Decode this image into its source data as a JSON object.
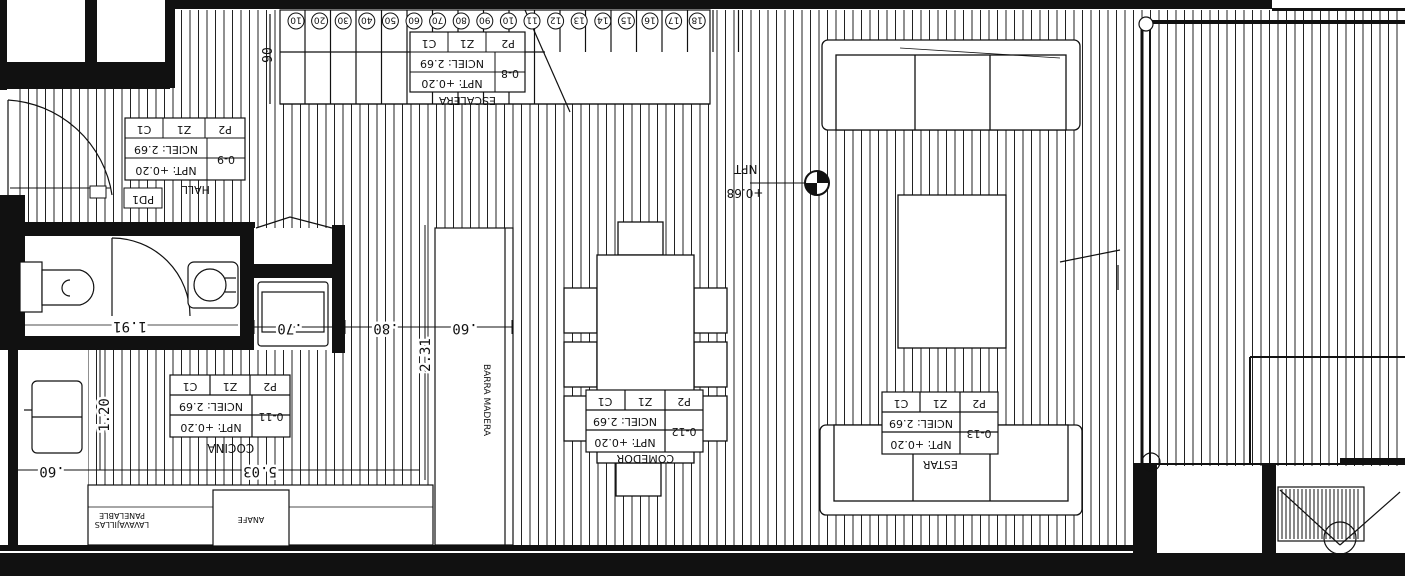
{
  "stairs": {
    "steps": [
      "10",
      "20",
      "30",
      "40",
      "50",
      "60",
      "70",
      "80",
      "90",
      "10",
      "11",
      "12",
      "13",
      "14",
      "15",
      "16",
      "17",
      "18"
    ],
    "title": "ESCALERA",
    "code": "0-8",
    "npt": "NPT: +0.20",
    "nciel": "NCIEL: 2.69",
    "finishes": [
      "P2",
      "Z1",
      "C1"
    ],
    "dim_side": "90"
  },
  "rooms": {
    "hall": {
      "title": "HALL",
      "code": "0-9",
      "npt": "NPT: +0.20",
      "nciel": "NCIEL: 2.69",
      "finishes": [
        "P2",
        "Z1",
        "C1"
      ],
      "door": "PD1"
    },
    "cocina": {
      "title": "COCINA",
      "code": "0-11",
      "npt": "NPT: +0.20",
      "nciel": "NCIEL: 2.69",
      "finishes": [
        "P2",
        "Z1",
        "C1"
      ]
    },
    "comedor": {
      "title": "COMEDOR",
      "code": "0-12",
      "npt": "NPT: +0.20",
      "nciel": "NCIEL: 2.69",
      "finishes": [
        "P2",
        "Z1",
        "C1"
      ]
    },
    "estar": {
      "title": "ESTAR",
      "code": "0-13",
      "npt": "NPT: +0.20",
      "nciel": "NCIEL: 2.69",
      "finishes": [
        "P2",
        "Z1",
        "C1"
      ]
    }
  },
  "level_marker": {
    "label": "NPT",
    "value": "+0.68"
  },
  "dimensions": {
    "d191": "1.91",
    "d70": ".70",
    "d80": ".80",
    "d60": ".60",
    "d231": "2.31",
    "d120": "1.20",
    "d060": ".60",
    "d503": "5.03"
  },
  "labels": {
    "barra": "BARRA MADERA",
    "lavavajillas_line1": "LAVAVAJILLAS",
    "lavavajillas_line2": "PANELABLE",
    "anafe": "ANAFE"
  },
  "colors": {
    "line": "#111111",
    "paper": "#ffffff"
  }
}
